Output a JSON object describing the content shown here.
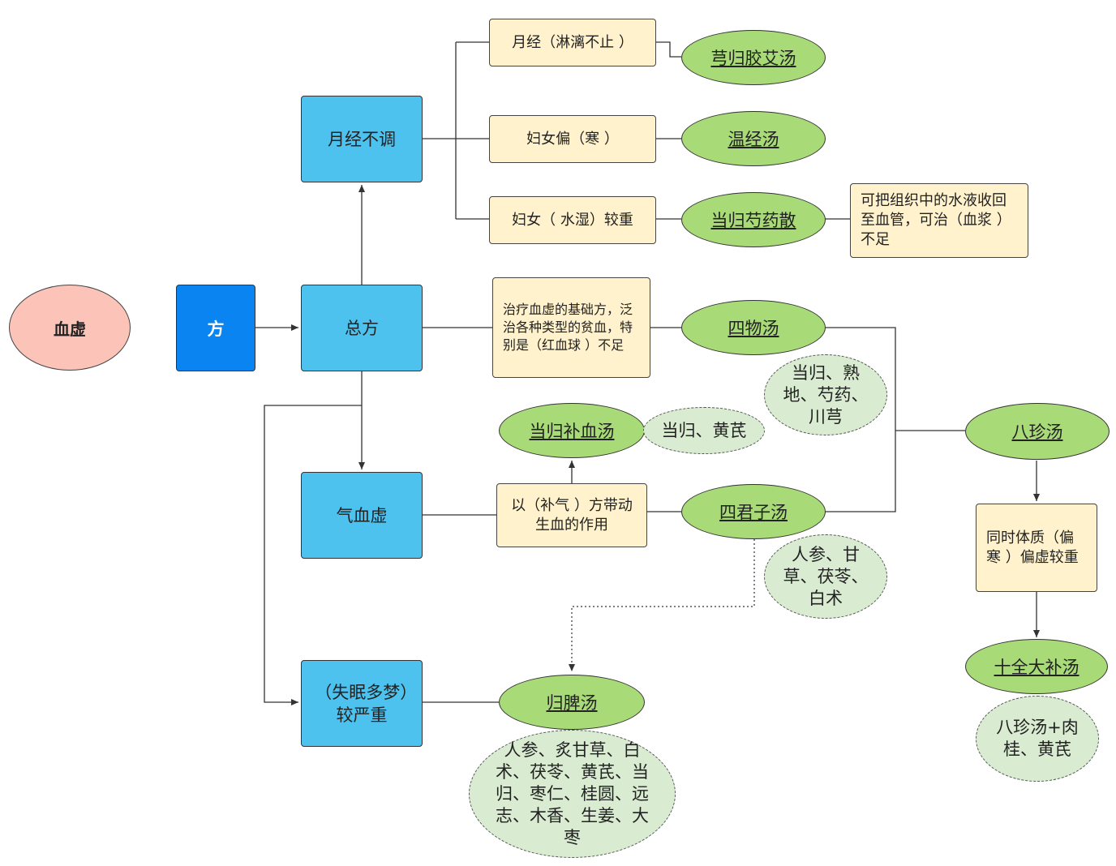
{
  "root": {
    "label": "血虚"
  },
  "fang": {
    "label": "方"
  },
  "categories": {
    "yuejing": "月经不调",
    "zongfang": "总方",
    "qixuexu": "气血虚",
    "shimian": "（失眠多梦）较严重"
  },
  "notes": {
    "linli": "月经（淋漓不止 ）",
    "pianhan": "妇女偏（寒 ）",
    "shuishi": "妇女（ 水湿）较重",
    "shuiye": "可把组织中的水液收回至血管，可治（血浆 ）不足",
    "jichufang": "治疗血虚的基础方，泛治各种类型的贫血，特别是（红血球 ）不足",
    "buqi": "以（补气 ）方带动生血的作用",
    "tizhi": "同时体质（偏寒 ）偏虚较重"
  },
  "formulas": {
    "xiongguijiaoai": "芎归胶艾汤",
    "wenjing": "温经汤",
    "dangguishaoyao": "当归芍药散",
    "siwu": "四物汤",
    "dangguibuxue": "当归补血汤",
    "sijunzi": "四君子汤",
    "guipi": "归脾汤",
    "bazhen": "八珍汤",
    "shiquan": "十全大补汤"
  },
  "ingredients": {
    "siwu": "当归、熟地、芍药、川芎",
    "dangguibuxue": "当归、黄芪",
    "sijunzi": "人参、甘草、茯苓、白术",
    "guipi": "人参、炙甘草、白术、茯苓、黄芪、当归、枣仁、桂圆、远志、木香、生姜、大枣",
    "shiquan": "八珍汤+肉桂、黄芪"
  },
  "colors": {
    "root": "#fcc4b8",
    "fang": "#0a84f0",
    "category": "#4dc2ef",
    "note": "#fff2cc",
    "formula": "#a8da78",
    "ingredient": "#d9ecd2"
  }
}
